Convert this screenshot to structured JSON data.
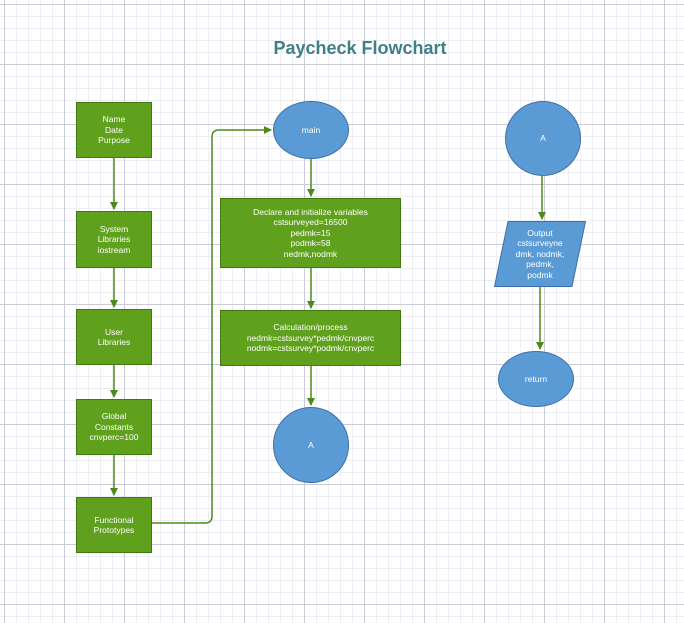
{
  "title": "Paycheck Flowchart",
  "colors": {
    "process_fill": "#5fa11d",
    "process_border": "#3f7a10",
    "terminal_fill": "#5b9bd5",
    "terminal_border": "#3d6fa8",
    "connector": "#4c8a1c",
    "title": "#3e7f88"
  },
  "nodes": {
    "header": "Name\nDate\nPurpose",
    "system_libraries": "System\nLibraries\niostream",
    "user_libraries": "User\nLibraries",
    "global_constants": "Global\nConstants\ncnvperc=100",
    "function_prototypes": "Functional\nPrototypes",
    "main": "main",
    "declare": "Declare and initialize variables\ncstsurveyed=16500\npedmk=15\npodmk=58\nnedmk,nodmk",
    "calculation": "Calculation/process\nnedmk=cstsurvey*pedmk/cnvperc\nnodmk=cstsurvey*podmk/cnvperc",
    "connector_a_out": "A",
    "connector_a_in": "A",
    "output": "Output\ncstsurveyne\ndmk, nodmk,\npedmk,\npodmk",
    "return": "return"
  }
}
